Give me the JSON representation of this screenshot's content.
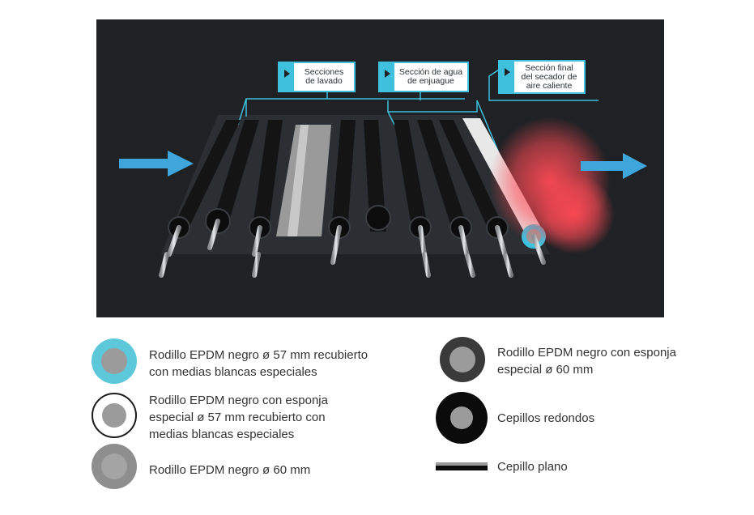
{
  "diagram": {
    "callouts": [
      {
        "id": "wash",
        "text_line1": "Secciones",
        "text_line2": "de lavado"
      },
      {
        "id": "rinse",
        "text_line1": "Sección de agua",
        "text_line2": "de enjuague"
      },
      {
        "id": "dryer",
        "text_line1": "Sección final",
        "text_line2": "del secador de",
        "text_line3": "aire caliente"
      }
    ],
    "colors": {
      "accent_cyan": "#3fc0dd",
      "scene_background": "#1f2124",
      "roller_black": "#141414",
      "roller_white": "#e8e8e8",
      "brush_gray": "#9a9a9a",
      "hot_air": "#ff4a55",
      "arrow_blue": "#3fa6dc"
    }
  },
  "legend": {
    "left": [
      {
        "icon": "cyan-ring-roller-icon",
        "text_line1": "Rodillo EPDM negro ø 57 mm recubierto",
        "text_line2": "con medias blancas especiales"
      },
      {
        "icon": "white-ring-roller-icon",
        "text_line1": "Rodillo EPDM negro con esponja",
        "text_line2": "especial ø 57 mm recubierto con",
        "text_line3": "medias blancas especiales"
      },
      {
        "icon": "gray-ring-roller-icon",
        "text_line1": "Rodillo EPDM negro ø 60 mm"
      }
    ],
    "right": [
      {
        "icon": "dark-ring-roller-icon",
        "text_line1": "Rodillo EPDM negro con esponja",
        "text_line2": "especial ø 60 mm"
      },
      {
        "icon": "round-brush-icon",
        "text_line1": "Cepillos redondos"
      },
      {
        "icon": "flat-brush-icon",
        "text_line1": "Cepillo plano"
      }
    ]
  }
}
